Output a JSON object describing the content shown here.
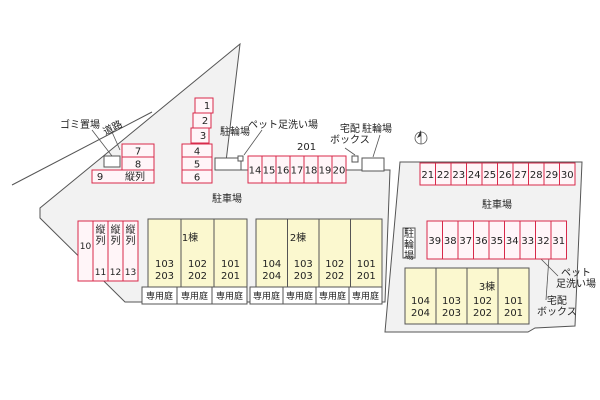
{
  "colors": {
    "ground": "#f2f2f2",
    "outline": "#555555",
    "parking_border": "#d8294a",
    "parking_fill": "#fff5f8",
    "building_fill": "#fbf8cf",
    "garden_fill": "#ffffff"
  },
  "labels": {
    "garbage": "ゴミ置場",
    "road": "道路",
    "bike_parking_left": "駐輪場",
    "pet_wash_top": "ペット足洗い場",
    "delivery_top": "宅配\nボックス",
    "bike_parking_top": "駐輪場",
    "parking_left": "駐車場",
    "parking_right": "駐車場",
    "bike_parking_right": "駐輪場",
    "pet_wash_right": "ペット\n足洗い場",
    "delivery_right": "宅配\nボックス",
    "tandem_row": "縦列",
    "tandem_col": "縦列",
    "room_201_mark": "201"
  },
  "parking_a": [
    "1",
    "2",
    "3"
  ],
  "parking_b": [
    "4",
    "5",
    "6"
  ],
  "parking_c": [
    "7",
    "8"
  ],
  "parking_9": [
    "9"
  ],
  "parking_top_row": [
    "14",
    "15",
    "16",
    "17",
    "18",
    "19",
    "20"
  ],
  "parking_left_col": [
    "10",
    "縦列",
    "縦列",
    "縦列",
    "11",
    "12",
    "13"
  ],
  "parking_right_top": [
    "21",
    "22",
    "23",
    "24",
    "25",
    "26",
    "27",
    "28",
    "29",
    "30"
  ],
  "parking_right_bottom": [
    "39",
    "38",
    "37",
    "36",
    "35",
    "34",
    "33",
    "32",
    "31"
  ],
  "building1": {
    "name": "1棟",
    "units": [
      [
        "103",
        "203"
      ],
      [
        "102",
        "202"
      ],
      [
        "101",
        "201"
      ]
    ]
  },
  "building2": {
    "name": "2棟",
    "units": [
      [
        "104",
        "204"
      ],
      [
        "103",
        "203"
      ],
      [
        "102",
        "202"
      ],
      [
        "101",
        "201"
      ]
    ]
  },
  "building3": {
    "name": "3棟",
    "units": [
      [
        "104",
        "204"
      ],
      [
        "103",
        "203"
      ],
      [
        "102",
        "202"
      ],
      [
        "101",
        "201"
      ]
    ]
  },
  "gardens": [
    "専用庭",
    "専用庭",
    "専用庭",
    "専用庭",
    "専用庭",
    "専用庭",
    "専用庭"
  ]
}
